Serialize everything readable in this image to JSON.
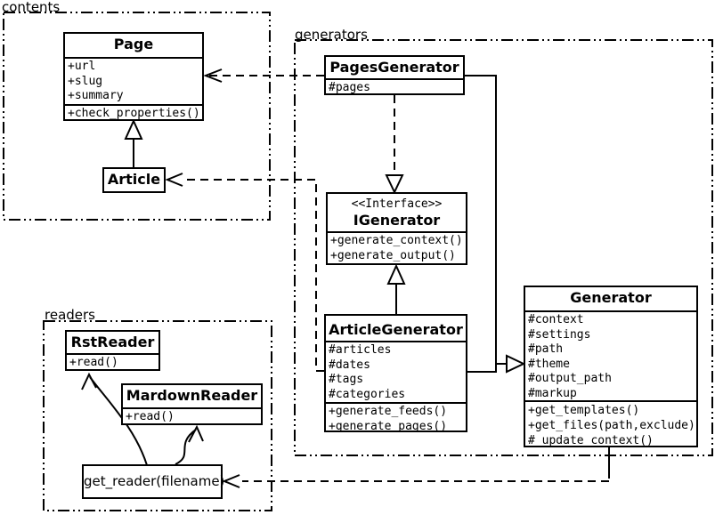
{
  "diagram": {
    "packages": {
      "contents": {
        "label": "contents"
      },
      "generators": {
        "label": "generators"
      },
      "readers": {
        "label": "readers"
      }
    },
    "classes": {
      "page": {
        "title": "Page",
        "attributes": [
          "+url",
          "+slug",
          "+summary"
        ],
        "methods": [
          "+check_properties()"
        ]
      },
      "article": {
        "title": "Article"
      },
      "pages_generator": {
        "title": "PagesGenerator",
        "attributes": [
          "#pages"
        ]
      },
      "igenerator": {
        "stereotype": "<<Interface>>",
        "title": "IGenerator",
        "methods": [
          "+generate_context()",
          "+generate_output()"
        ]
      },
      "article_generator": {
        "title": "ArticleGenerator",
        "attributes": [
          "#articles",
          "#dates",
          "#tags",
          "#categories"
        ],
        "methods": [
          "+generate_feeds()",
          "+generate_pages()"
        ]
      },
      "generator": {
        "title": "Generator",
        "attributes": [
          "#context",
          "#settings",
          "#path",
          "#theme",
          "#output_path",
          "#markup"
        ],
        "methods": [
          "+get_templates()",
          "+get_files(path,exclude)",
          "#_update_context()"
        ]
      },
      "rst_reader": {
        "title": "RstReader",
        "methods": [
          "+read()"
        ]
      },
      "mardown_reader": {
        "title": "MardownReader",
        "methods": [
          "+read()"
        ]
      },
      "get_reader": {
        "title": "get_reader(filename)"
      }
    },
    "colors": {
      "line": "#000000",
      "background": "#ffffff",
      "box_fill": "#ffffff"
    }
  }
}
